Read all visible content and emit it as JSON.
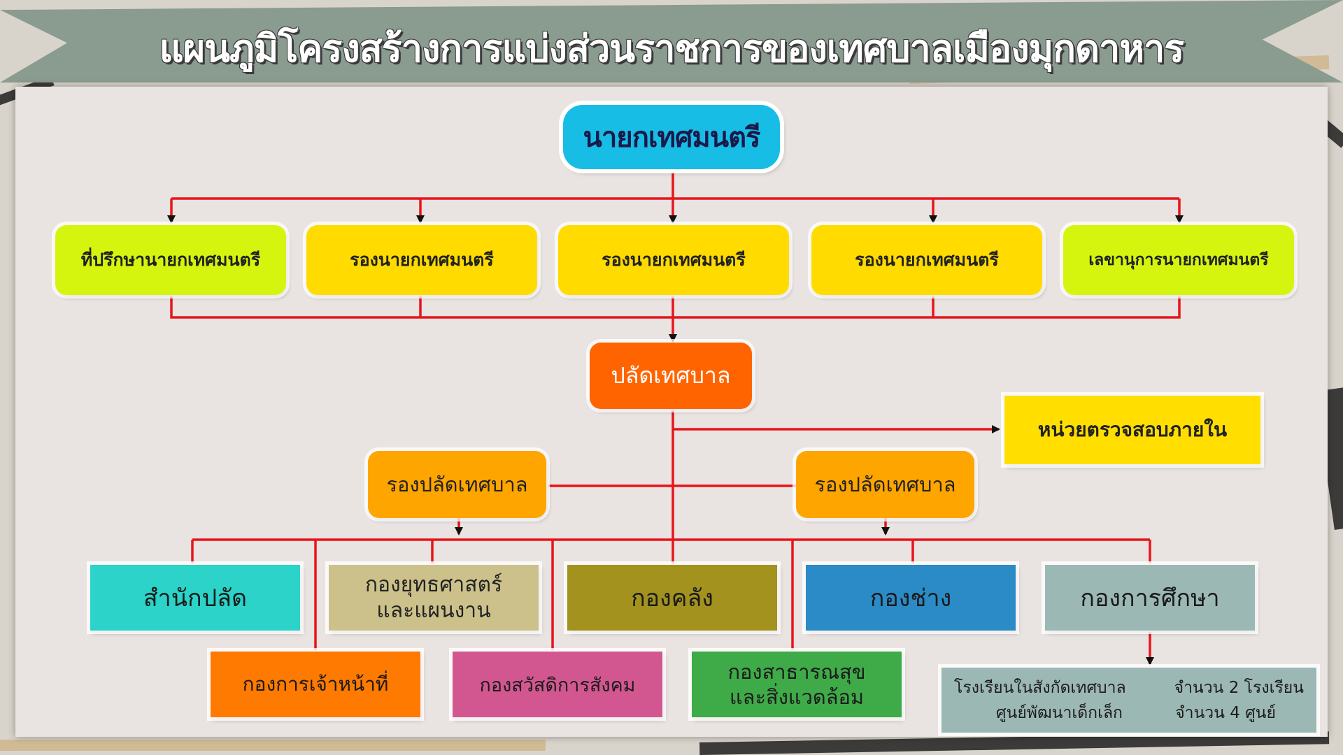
{
  "title": "แผนภูมิโครงสร้างการแบ่งส่วนราชการของเทศบาลเมืองมุกดาหาร",
  "colors": {
    "connector": "#e8141b",
    "mayor": "#18bde6",
    "advisor": "#d5f50e",
    "deputy_mayor": "#ffdb00",
    "clerk": "#ff6400",
    "audit": "#ffde00",
    "deputy_clerk": "#ffa500"
  },
  "mayor": "นายกเทศมนตรี",
  "level2": [
    "ที่ปรึกษานายกเทศมนตรี",
    "รองนายกเทศมนตรี",
    "รองนายกเทศมนตรี",
    "รองนายกเทศมนตรี",
    "เลขานุการนายกเทศมนตรี"
  ],
  "clerk": "ปลัดเทศบาล",
  "audit_unit": "หน่วยตรวจสอบภายใน",
  "deputy_clerks": [
    "รองปลัดเทศบาล",
    "รองปลัดเทศบาล"
  ],
  "divisions_top": [
    {
      "label": "สำนักปลัด",
      "color": "#2bd3c9"
    },
    {
      "label_line1": "กองยุทธศาสตร์",
      "label_line2": "และแผนงาน",
      "color": "#ccc18b"
    },
    {
      "label": "กองคลัง",
      "color": "#a3921e"
    },
    {
      "label": "กองช่าง",
      "color": "#2a8bc6"
    },
    {
      "label": "กองการศึกษา",
      "color": "#9cb8b4"
    }
  ],
  "divisions_bottom": [
    {
      "label": "กองการเจ้าหน้าที่",
      "color": "#ff7a00"
    },
    {
      "label": "กองสวัสดิการสังคม",
      "color": "#d25791"
    },
    {
      "label_line1": "กองสาธารณสุข",
      "label_line2": "และสิ่งแวดล้อม",
      "color": "#3faa48"
    }
  ],
  "education_units": {
    "row1_name": "โรงเรียนในสังกัดเทศบาล",
    "row1_count": "จำนวน  2  โรงเรียน",
    "row2_name": "ศูนย์พัฒนาเด็กเล็ก",
    "row2_count": "จำนวน  4  ศูนย์"
  }
}
